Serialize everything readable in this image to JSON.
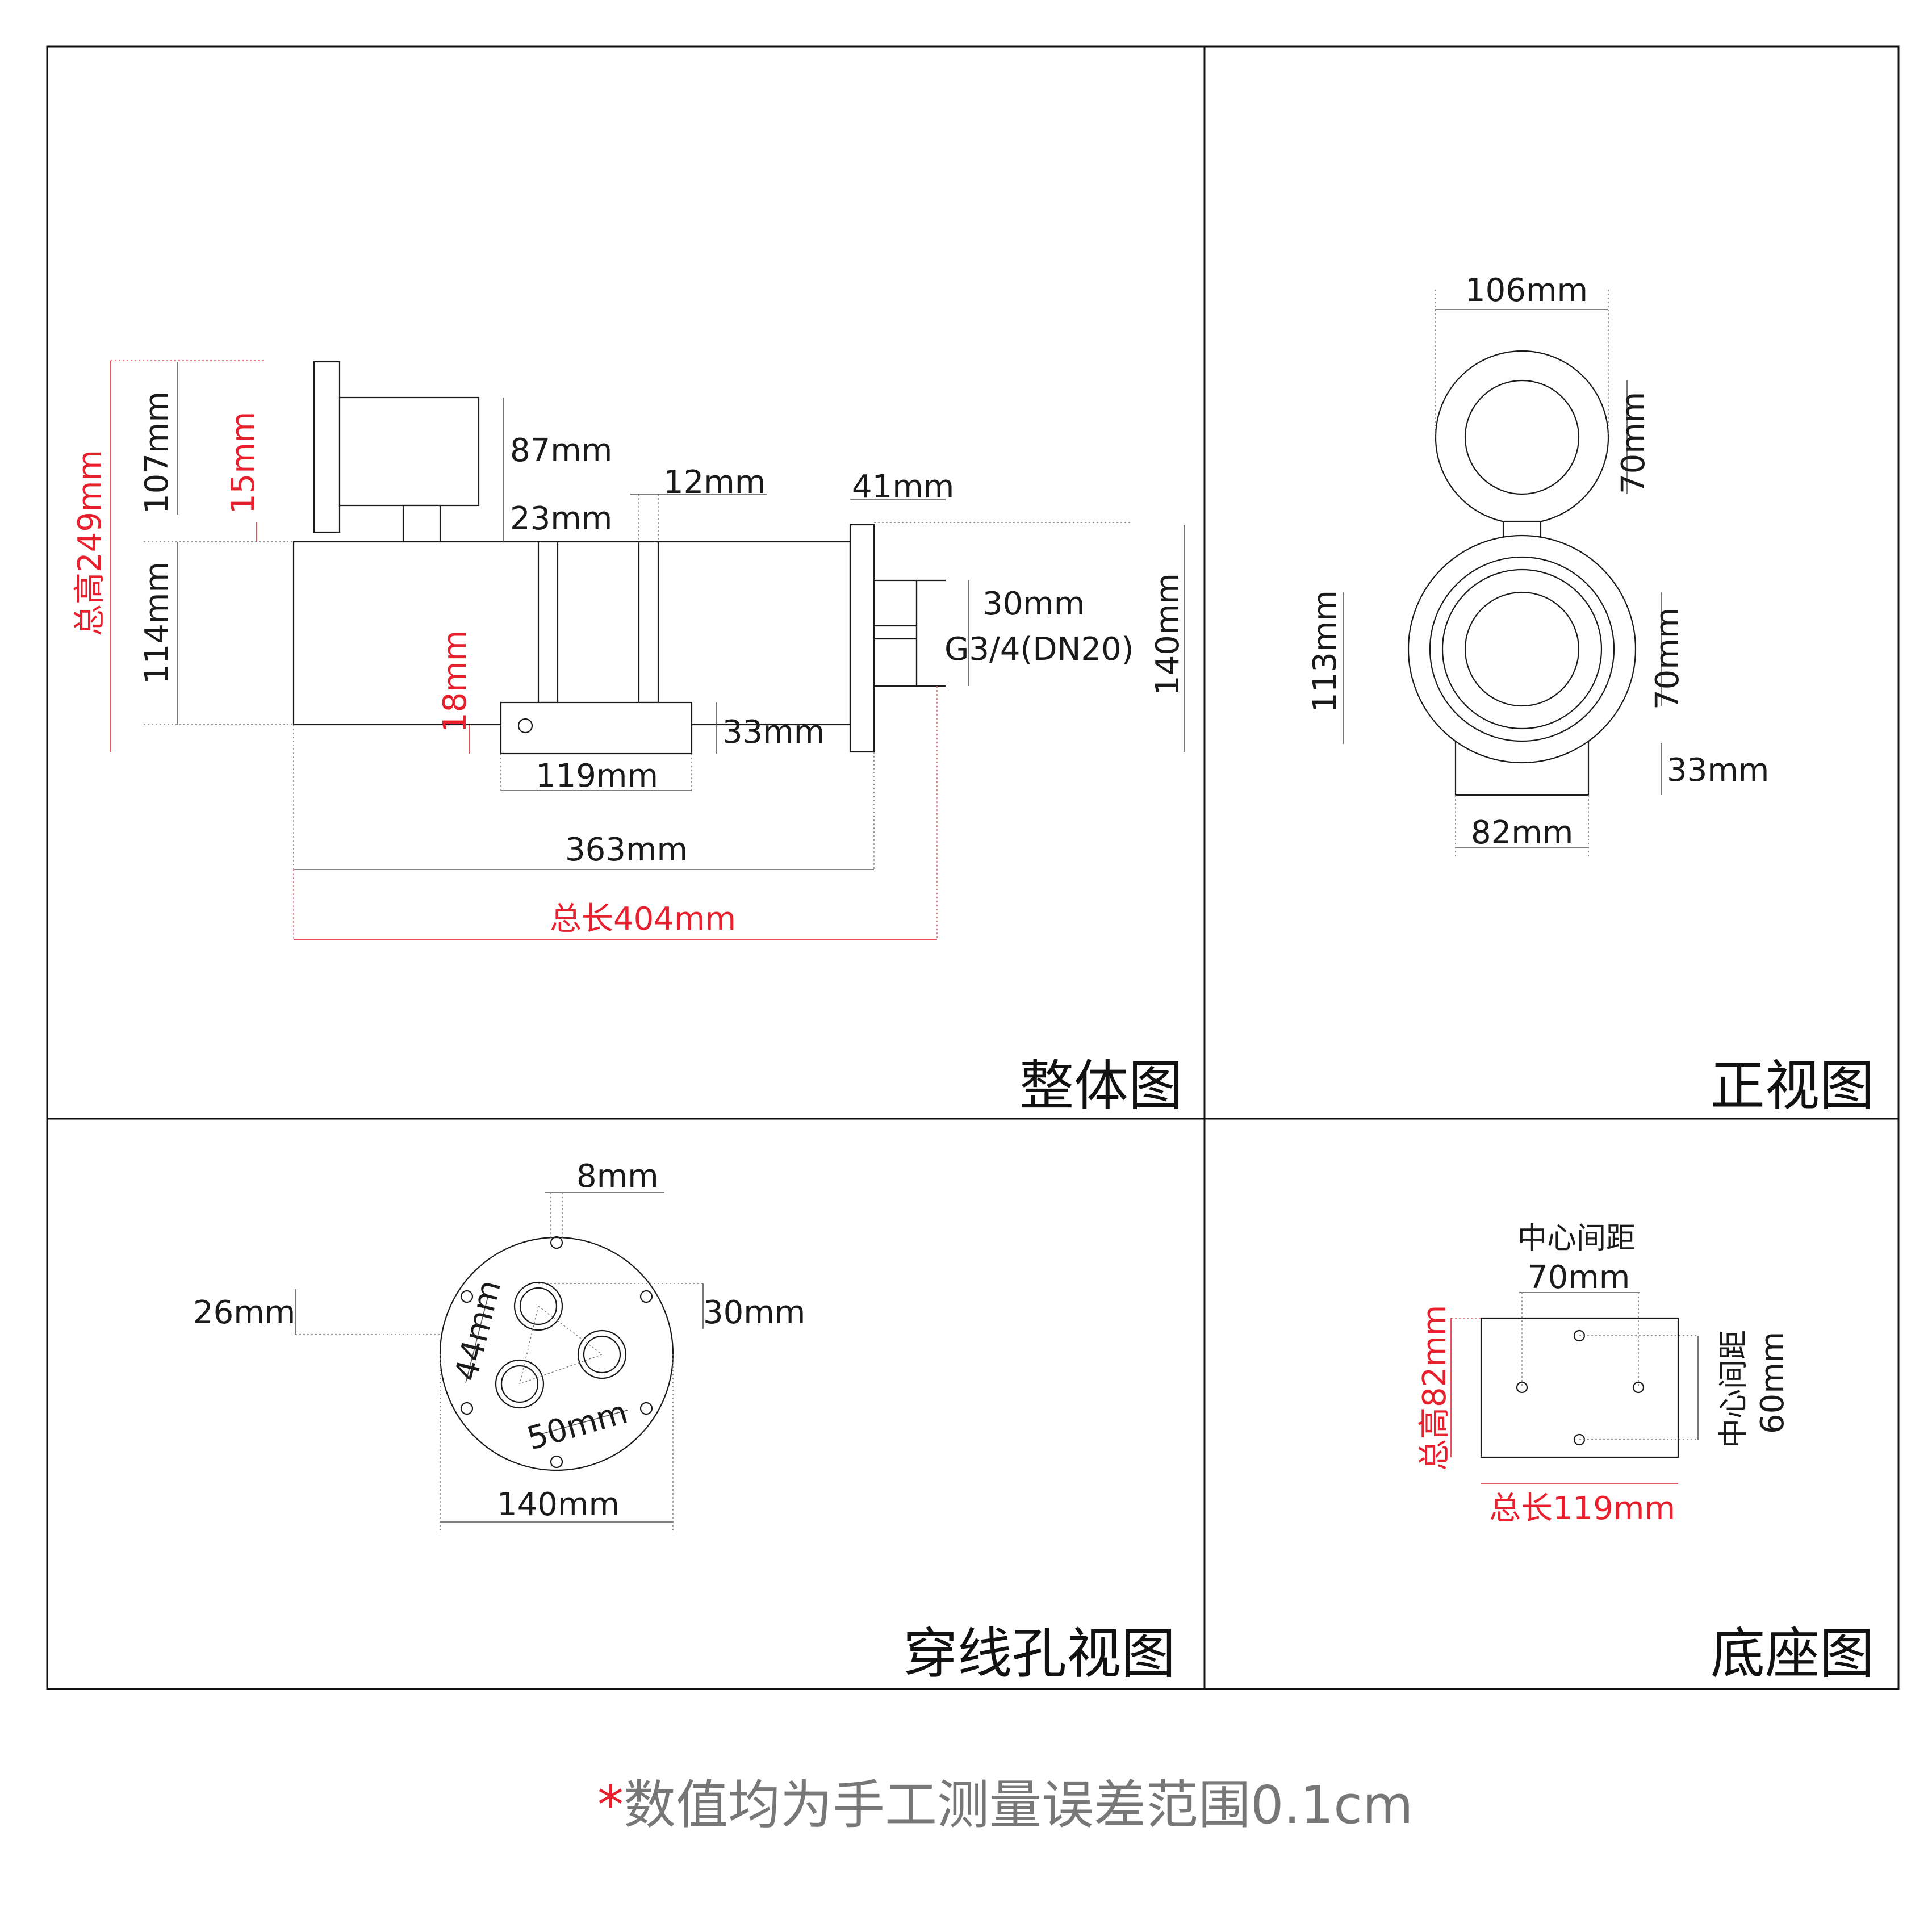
{
  "panels": {
    "overall": {
      "title": "整体图",
      "dims": {
        "total_height": "总高249mm",
        "d107": "107mm",
        "d15": "15mm",
        "d114": "114mm",
        "d87": "87mm",
        "d23": "23mm",
        "d12": "12mm",
        "d41": "41mm",
        "d30": "30mm",
        "thread": "G3/4(DN20)",
        "d140": "140mm",
        "d18": "18mm",
        "d33": "33mm",
        "d119": "119mm",
        "d363": "363mm",
        "total_length": "总长404mm"
      }
    },
    "front": {
      "title": "正视图",
      "dims": {
        "d106": "106mm",
        "d70a": "70mm",
        "d113": "113mm",
        "d70b": "70mm",
        "d33": "33mm",
        "d82": "82mm"
      }
    },
    "holes": {
      "title": "穿线孔视图",
      "dims": {
        "d8": "8mm",
        "d26": "26mm",
        "d30": "30mm",
        "d44": "44mm",
        "d50": "50mm",
        "d140": "140mm"
      }
    },
    "base": {
      "title": "底座图",
      "dims": {
        "center_label": "中心间距",
        "d70": "70mm",
        "total_height": "总高82mm",
        "center_label_v": "中心间距",
        "d60": "60mm",
        "total_length": "总长119mm"
      }
    }
  },
  "footer": {
    "star": "*",
    "note": "数值均为手工测量误差范围0.1cm"
  },
  "colors": {
    "line": "#1a1a1a",
    "red": "#e8202e",
    "gray": "#777777"
  }
}
